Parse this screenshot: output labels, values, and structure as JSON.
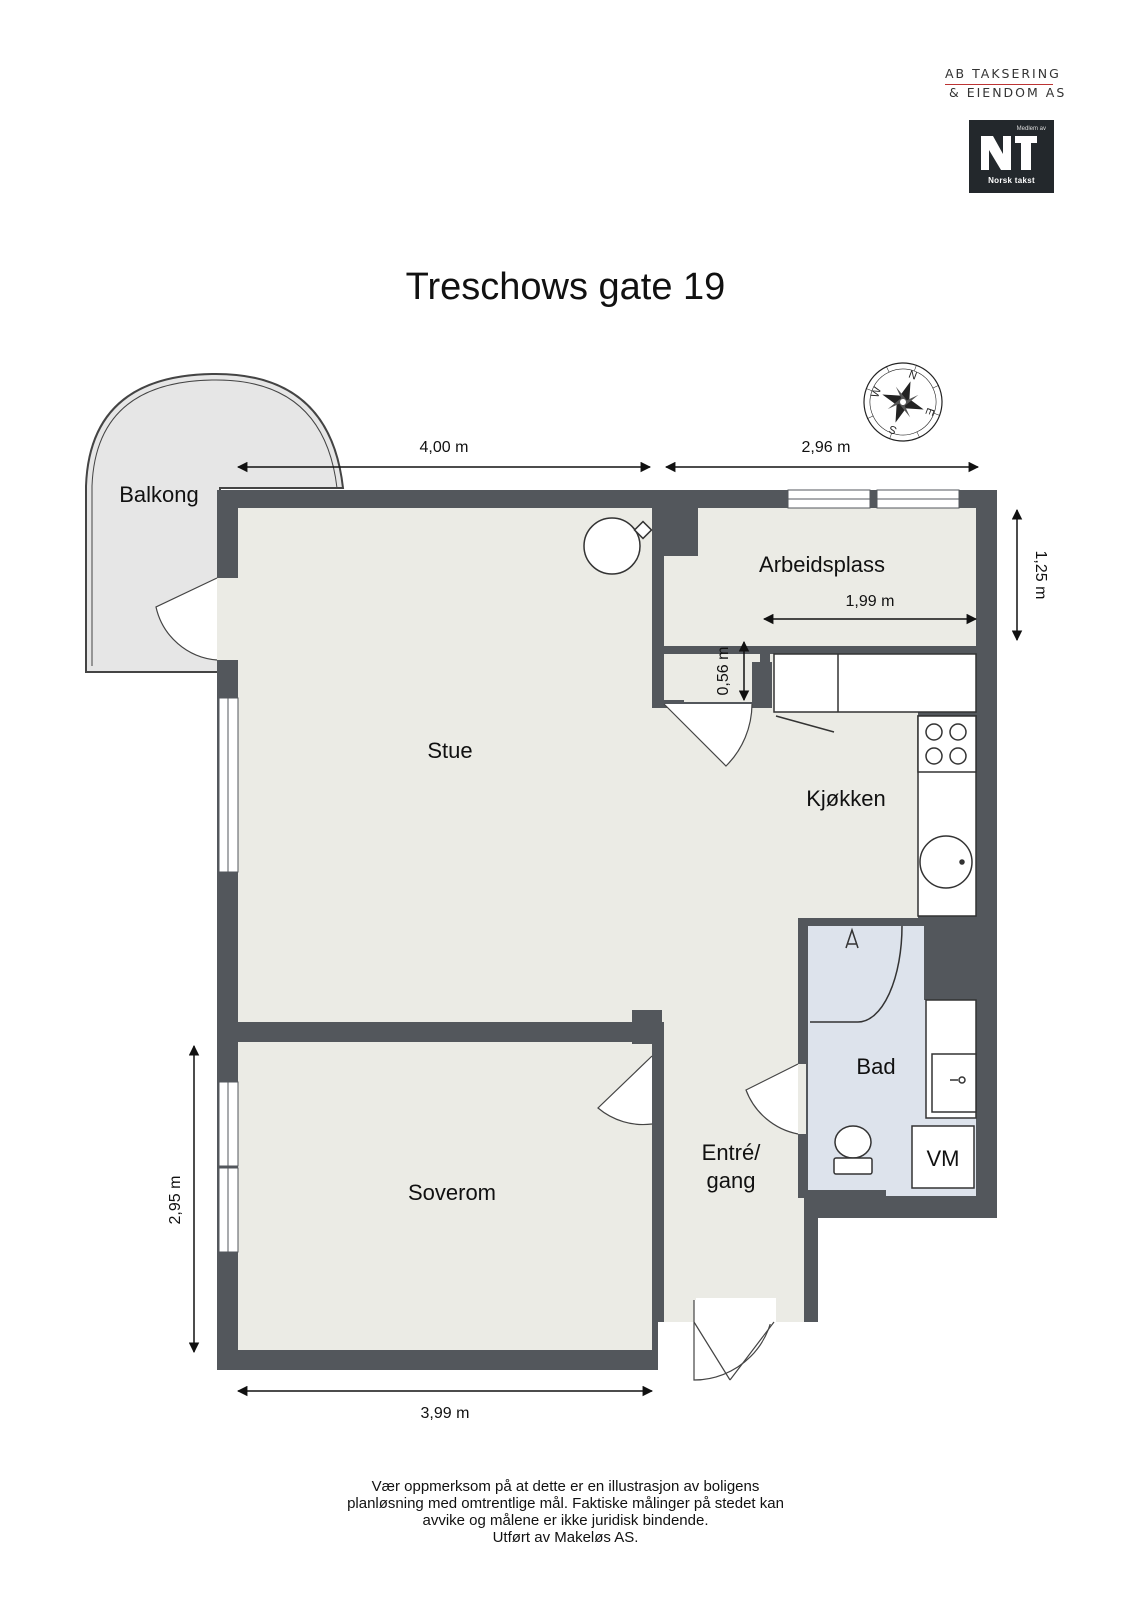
{
  "logo": {
    "line1": "AB TAKSERING",
    "line2": "& EIENDOM AS",
    "badge_top": "Medlem av",
    "badge_bottom": "Norsk takst"
  },
  "title": "Treschows gate 19",
  "compass": {
    "n": "N",
    "e": "E",
    "s": "S",
    "w": "W"
  },
  "rooms": {
    "balkong": "Balkong",
    "stue": "Stue",
    "arbeidsplass": "Arbeidsplass",
    "kjokken": "Kjøkken",
    "bad": "Bad",
    "vm": "VM",
    "entre_line1": "Entré/",
    "entre_line2": "gang",
    "soverom": "Soverom"
  },
  "dimensions": {
    "top_left": "4,00 m",
    "top_right": "2,96 m",
    "right": "1,25 m",
    "arbeid_inner": "1,99 m",
    "small_vertical": "0,56 m",
    "left": "2,95 m",
    "bottom": "3,99 m"
  },
  "disclaimer": [
    "Vær oppmerksom på at dette er en illustrasjon av boligens",
    "planløsning med omtrentlige mål. Faktiske målinger på stedet kan",
    "avvike og målene er ikke juridisk bindende.",
    "Utført av Makeløs AS."
  ],
  "colors": {
    "wall": "#53575c",
    "floor": "#ebebe5",
    "bath": "#dde3ec",
    "balcony": "#e6e6e6"
  }
}
